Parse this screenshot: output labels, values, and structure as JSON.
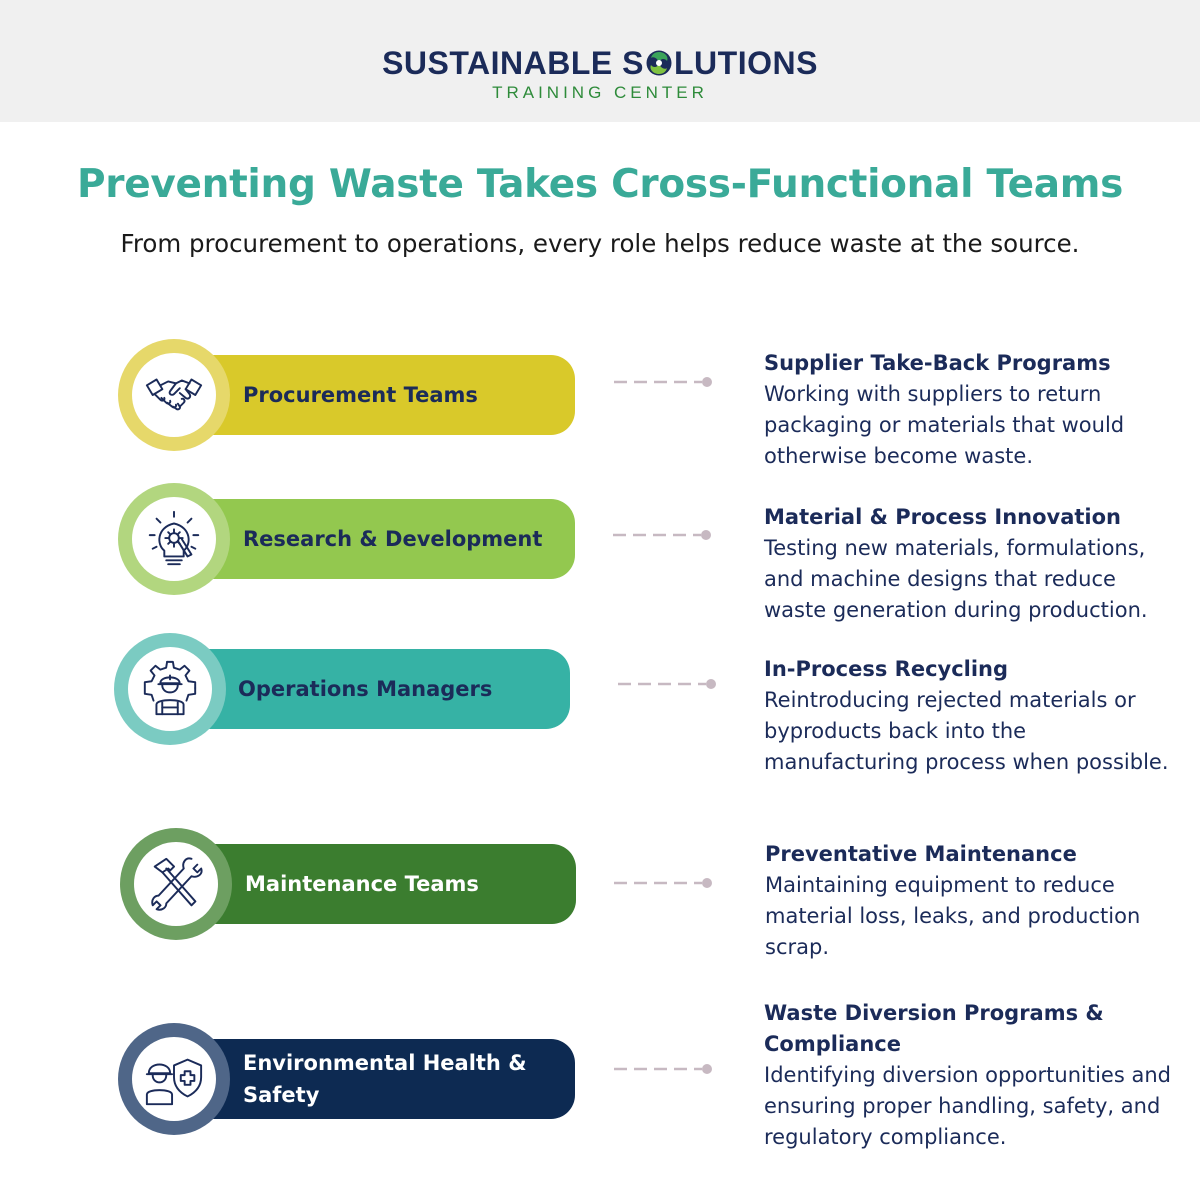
{
  "brand": {
    "logo_part1": "SUSTAINABLE S",
    "logo_part2": "LUTIONS",
    "logo_sub": "TRAINING CENTER",
    "colors": {
      "navy": "#1b2b59",
      "green": "#2e8b3a"
    }
  },
  "header": {
    "title": "Preventing Waste Takes Cross-Functional Teams",
    "subtitle": "From procurement to operations, every role helps reduce waste at the source."
  },
  "teams": [
    {
      "label": "Procurement Teams",
      "icon": "handshake-icon",
      "pill_color": "#d9c92a",
      "ring_color": "#e6d86a",
      "desc_title": "Supplier Take-Back Programs",
      "desc_text": "Working with suppliers to return packaging or materials that would otherwise become waste."
    },
    {
      "label": "Research & Development",
      "icon": "lightbulb-gear-icon",
      "pill_color": "#93c84f",
      "ring_color": "#b2d67f",
      "desc_title": "Material & Process Innovation",
      "desc_text": "Testing new materials, formulations, and machine designs that reduce waste generation during production."
    },
    {
      "label": "Operations Managers",
      "icon": "worker-gear-icon",
      "pill_color": "#36b2a5",
      "ring_color": "#7bcbc2",
      "desc_title": "In-Process Recycling",
      "desc_text": "Reintroducing rejected materials or byproducts back into the manufacturing process when possible."
    },
    {
      "label": "Maintenance Teams",
      "icon": "hammer-wrench-icon",
      "pill_color": "#3b7d2f",
      "ring_color": "#6d9f61",
      "desc_title": "Preventative Maintenance",
      "desc_text": "Maintaining equipment to reduce material loss, leaks, and production scrap."
    },
    {
      "label": "Environmental Health & Safety",
      "icon": "worker-shield-icon",
      "pill_color": "#0d2a52",
      "ring_color": "#4f6688",
      "desc_title": "Waste Diversion Programs & Compliance",
      "desc_text": "Identifying diversion opportunities and ensuring proper handling, safety, and regulatory compliance."
    }
  ]
}
